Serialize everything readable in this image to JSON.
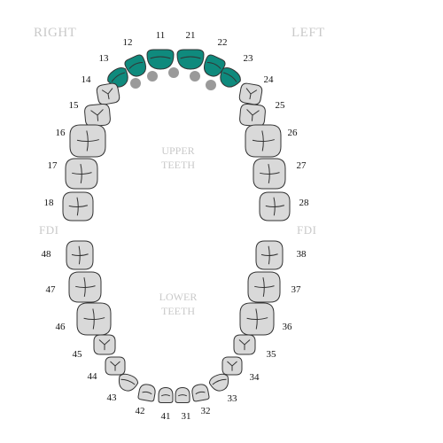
{
  "labels": {
    "right": "RIGHT",
    "left": "LEFT",
    "fdi_left": "FDI",
    "fdi_right": "FDI",
    "upper_line1": "UPPER",
    "upper_line2": "TEETH",
    "lower_line1": "LOWER",
    "lower_line2": "TEETH"
  },
  "colors": {
    "selected": "#0f8a7d",
    "tooth": "#d9d9d9",
    "outline": "#333333",
    "dot": "#9a9a9a",
    "label": "#c9c9c9"
  },
  "selected_teeth": [
    "11",
    "12",
    "13",
    "21",
    "22",
    "23"
  ],
  "teeth": [
    {
      "id": "11",
      "label": "11"
    },
    {
      "id": "12",
      "label": "12"
    },
    {
      "id": "13",
      "label": "13"
    },
    {
      "id": "14",
      "label": "14"
    },
    {
      "id": "15",
      "label": "15"
    },
    {
      "id": "16",
      "label": "16"
    },
    {
      "id": "17",
      "label": "17"
    },
    {
      "id": "18",
      "label": "18"
    },
    {
      "id": "21",
      "label": "21"
    },
    {
      "id": "22",
      "label": "22"
    },
    {
      "id": "23",
      "label": "23"
    },
    {
      "id": "24",
      "label": "24"
    },
    {
      "id": "25",
      "label": "25"
    },
    {
      "id": "26",
      "label": "26"
    },
    {
      "id": "27",
      "label": "27"
    },
    {
      "id": "28",
      "label": "28"
    },
    {
      "id": "31",
      "label": "31"
    },
    {
      "id": "32",
      "label": "32"
    },
    {
      "id": "33",
      "label": "33"
    },
    {
      "id": "34",
      "label": "34"
    },
    {
      "id": "35",
      "label": "35"
    },
    {
      "id": "36",
      "label": "36"
    },
    {
      "id": "37",
      "label": "37"
    },
    {
      "id": "38",
      "label": "38"
    },
    {
      "id": "41",
      "label": "41"
    },
    {
      "id": "42",
      "label": "42"
    },
    {
      "id": "43",
      "label": "43"
    },
    {
      "id": "44",
      "label": "44"
    },
    {
      "id": "45",
      "label": "45"
    },
    {
      "id": "46",
      "label": "46"
    },
    {
      "id": "47",
      "label": "47"
    },
    {
      "id": "48",
      "label": "48"
    }
  ]
}
